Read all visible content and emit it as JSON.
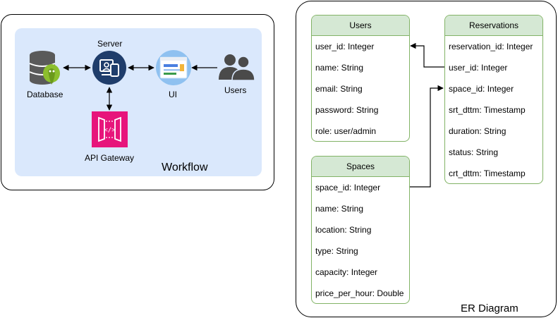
{
  "workflow": {
    "title": "Workflow",
    "nodes": {
      "database": "Database",
      "server": "Server",
      "ui": "UI",
      "users": "Users",
      "api_gateway": "API Gateway"
    }
  },
  "er_diagram": {
    "title": "ER Diagram",
    "tables": [
      {
        "name": "Users",
        "fields": [
          "user_id: Integer",
          "name: String",
          "email: String",
          "password: String",
          "role: user/admin"
        ]
      },
      {
        "name": "Reservations",
        "fields": [
          "reservation_id: Integer",
          "user_id: Integer",
          "space_id: Integer",
          "srt_dttm: Timestamp",
          "duration: String",
          "status: String",
          "crt_dttm: Timestamp"
        ]
      },
      {
        "name": "Spaces",
        "fields": [
          "space_id: Integer",
          "name: String",
          "location: String",
          "type: String",
          "capacity: Integer",
          "price_per_hour: Double"
        ]
      }
    ]
  },
  "colors": {
    "workflow_bg": "#dae8fc",
    "table_header": "#d5e8d4",
    "table_border": "#82b366",
    "server_icon": "#1f3d6b",
    "api_gateway": "#e7157b"
  }
}
